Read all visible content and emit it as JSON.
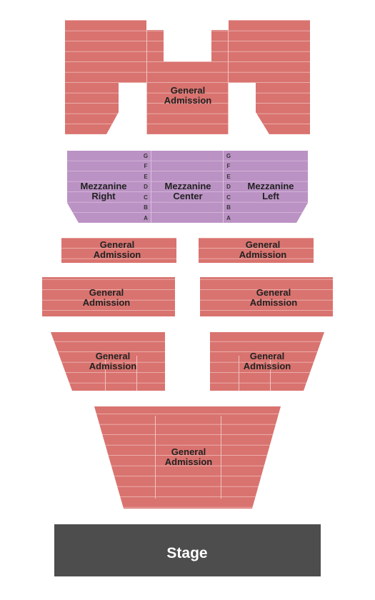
{
  "colors": {
    "general_admission": "#d9736f",
    "mezzanine": "#bb92c4",
    "row_line": "#f2c4c2",
    "mezz_line": "#d9c2de",
    "stage": "#4d4d4d"
  },
  "sections": {
    "balcony_ga": {
      "line1": "General",
      "line2": "Admission"
    },
    "mezzanine_right": {
      "line1": "Mezzanine",
      "line2": "Right"
    },
    "mezzanine_center": {
      "line1": "Mezzanine",
      "line2": "Center"
    },
    "mezzanine_left": {
      "line1": "Mezzanine",
      "line2": "Left"
    },
    "ga_row1_left": {
      "line1": "General",
      "line2": "Admission"
    },
    "ga_row1_right": {
      "line1": "General",
      "line2": "Admission"
    },
    "ga_row2_left": {
      "line1": "General",
      "line2": "Admission"
    },
    "ga_row2_right": {
      "line1": "General",
      "line2": "Admission"
    },
    "ga_row3_left": {
      "line1": "General",
      "line2": "Admission"
    },
    "ga_row3_right": {
      "line1": "General",
      "line2": "Admission"
    },
    "ga_floor": {
      "line1": "General",
      "line2": "Admission"
    }
  },
  "mezzanine_rows": [
    "G",
    "F",
    "E",
    "D",
    "C",
    "B",
    "A"
  ],
  "stage": {
    "label": "Stage"
  }
}
